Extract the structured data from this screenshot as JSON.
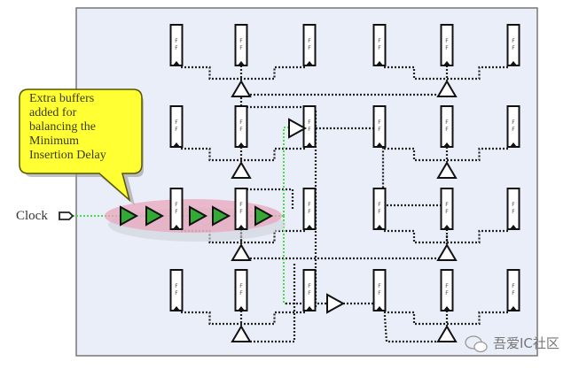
{
  "diagram": {
    "title": "Clock tree with extra buffers for insertion delay balancing",
    "clock_input_label": "Clock",
    "callout_lines": [
      "Extra buffers",
      "added for",
      "balancing the",
      "Minimum",
      "Insertion Delay"
    ],
    "flip_flop_label": "F F",
    "flip_flop_label_top": "F",
    "flip_flop_label_bottom": "F",
    "flip_flop_grid": {
      "rows": 4,
      "columns": 6
    },
    "extra_buffer_count": 5,
    "colors": {
      "frame_background": "#e9eef8",
      "frame_border": "#777777",
      "callout_fill": "#ffff33",
      "callout_border": "#555500",
      "buffer_green": "#33aa33",
      "clock_path_green": "#44dd44",
      "highlight_ellipse": "#e8a6bc",
      "wire": "#222222"
    }
  },
  "watermark": {
    "text": "吾爱IC社区"
  }
}
